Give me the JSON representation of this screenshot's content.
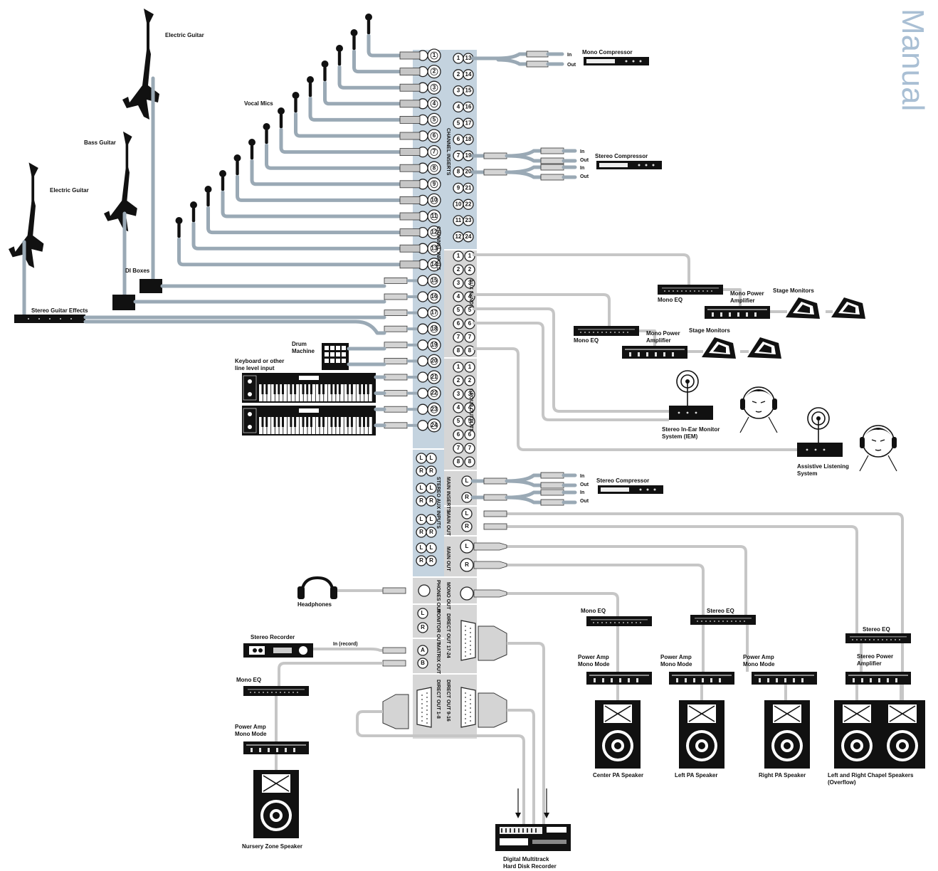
{
  "watermark": "Manual",
  "sources": {
    "electric_guitar_top": "Electric Guitar",
    "bass_guitar": "Bass Guitar",
    "electric_guitar_left": "Electric Guitar",
    "vocal_mics": "Vocal Mics",
    "di_boxes": "DI Boxes",
    "stereo_guitar_effects": "Stereo Guitar Effects",
    "drum_machine": "Drum\nMachine",
    "keyboard_line1": "Keyboard or other",
    "keyboard_line2": "line level input"
  },
  "inserts": {
    "mono_compressor": "Mono Compressor",
    "stereo_compressor": "Stereo Compressor",
    "stereo_compressor_main": "Stereo Compressor",
    "in": "In",
    "out": "Out"
  },
  "console": {
    "channel_inputs_label": "CHANNEL INPUTS",
    "channel_inserts_label": "CHANNEL INSERTS",
    "aux_sends_label": "AUX SENDS",
    "group_outputs_label": "GROUP OUTPUTS",
    "stereo_aux_inputs_label": "STEREO AUX INPUTS",
    "main_inserts_label": "MAIN INSERTS",
    "main_out_label": "MAIN OUT",
    "mono_out_label": "MONO OUT",
    "phones_out_label": "PHONES OUT",
    "monitor_out_label": "MONITOR OUT",
    "matrix_out_label": "MATRIX OUT",
    "direct_out_a_label": "DIRECT OUT 1-8",
    "direct_out_b_label": "DIRECT OUT 9-16",
    "direct_out_c_label": "DIRECT OUT 17-24",
    "channels": [
      "1",
      "2",
      "3",
      "4",
      "5",
      "6",
      "7",
      "8",
      "9",
      "10",
      "11",
      "12",
      "13",
      "14",
      "15",
      "16",
      "17",
      "18",
      "19",
      "20",
      "21",
      "22",
      "23",
      "24"
    ],
    "insert_pairs": [
      [
        "1",
        "13"
      ],
      [
        "2",
        "14"
      ],
      [
        "3",
        "15"
      ],
      [
        "4",
        "16"
      ],
      [
        "5",
        "17"
      ],
      [
        "6",
        "18"
      ],
      [
        "7",
        "19"
      ],
      [
        "8",
        "20"
      ],
      [
        "9",
        "21"
      ],
      [
        "10",
        "22"
      ],
      [
        "11",
        "23"
      ],
      [
        "12",
        "24"
      ]
    ],
    "aux_numbers": [
      "1",
      "2",
      "3",
      "4",
      "5",
      "6",
      "7",
      "8"
    ],
    "lr": [
      "L",
      "R"
    ],
    "ab": [
      "A",
      "B"
    ]
  },
  "monitors": {
    "mono_eq_1": "Mono EQ",
    "mono_power_amp_1": "Mono Power\nAmplifier",
    "stage_monitors_1": "Stage Monitors",
    "mono_eq_2": "Mono EQ",
    "mono_power_amp_2": "Mono Power\nAmplifier",
    "stage_monitors_2": "Stage Monitors",
    "iem": "Stereo In-Ear Monitor\nSystem (IEM)",
    "als": "Assistive Listening\nSystem"
  },
  "outputs": {
    "headphones": "Headphones",
    "stereo_recorder": "Stereo Recorder",
    "in_record": "In (record)",
    "mono_eq_nursery": "Mono EQ",
    "power_amp_nursery": "Power Amp\nMono Mode",
    "nursery_speaker": "Nursery Zone Speaker",
    "recorder": "Digital Multitrack\nHard Disk Recorder",
    "mono_eq_center": "Mono EQ",
    "power_amp_center": "Power Amp\nMono Mode",
    "center_speaker": "Center PA Speaker",
    "stereo_eq_lr": "Stereo EQ",
    "power_amp_left": "Power Amp\nMono Mode",
    "power_amp_right": "Power Amp\nMono Mode",
    "left_speaker": "Left PA Speaker",
    "right_speaker": "Right PA Speaker",
    "stereo_eq_chapel": "Stereo EQ",
    "stereo_power_amp": "Stereo Power\nAmplifier",
    "chapel_speakers": "Left and Right Chapel Speakers\n(Overflow)"
  }
}
